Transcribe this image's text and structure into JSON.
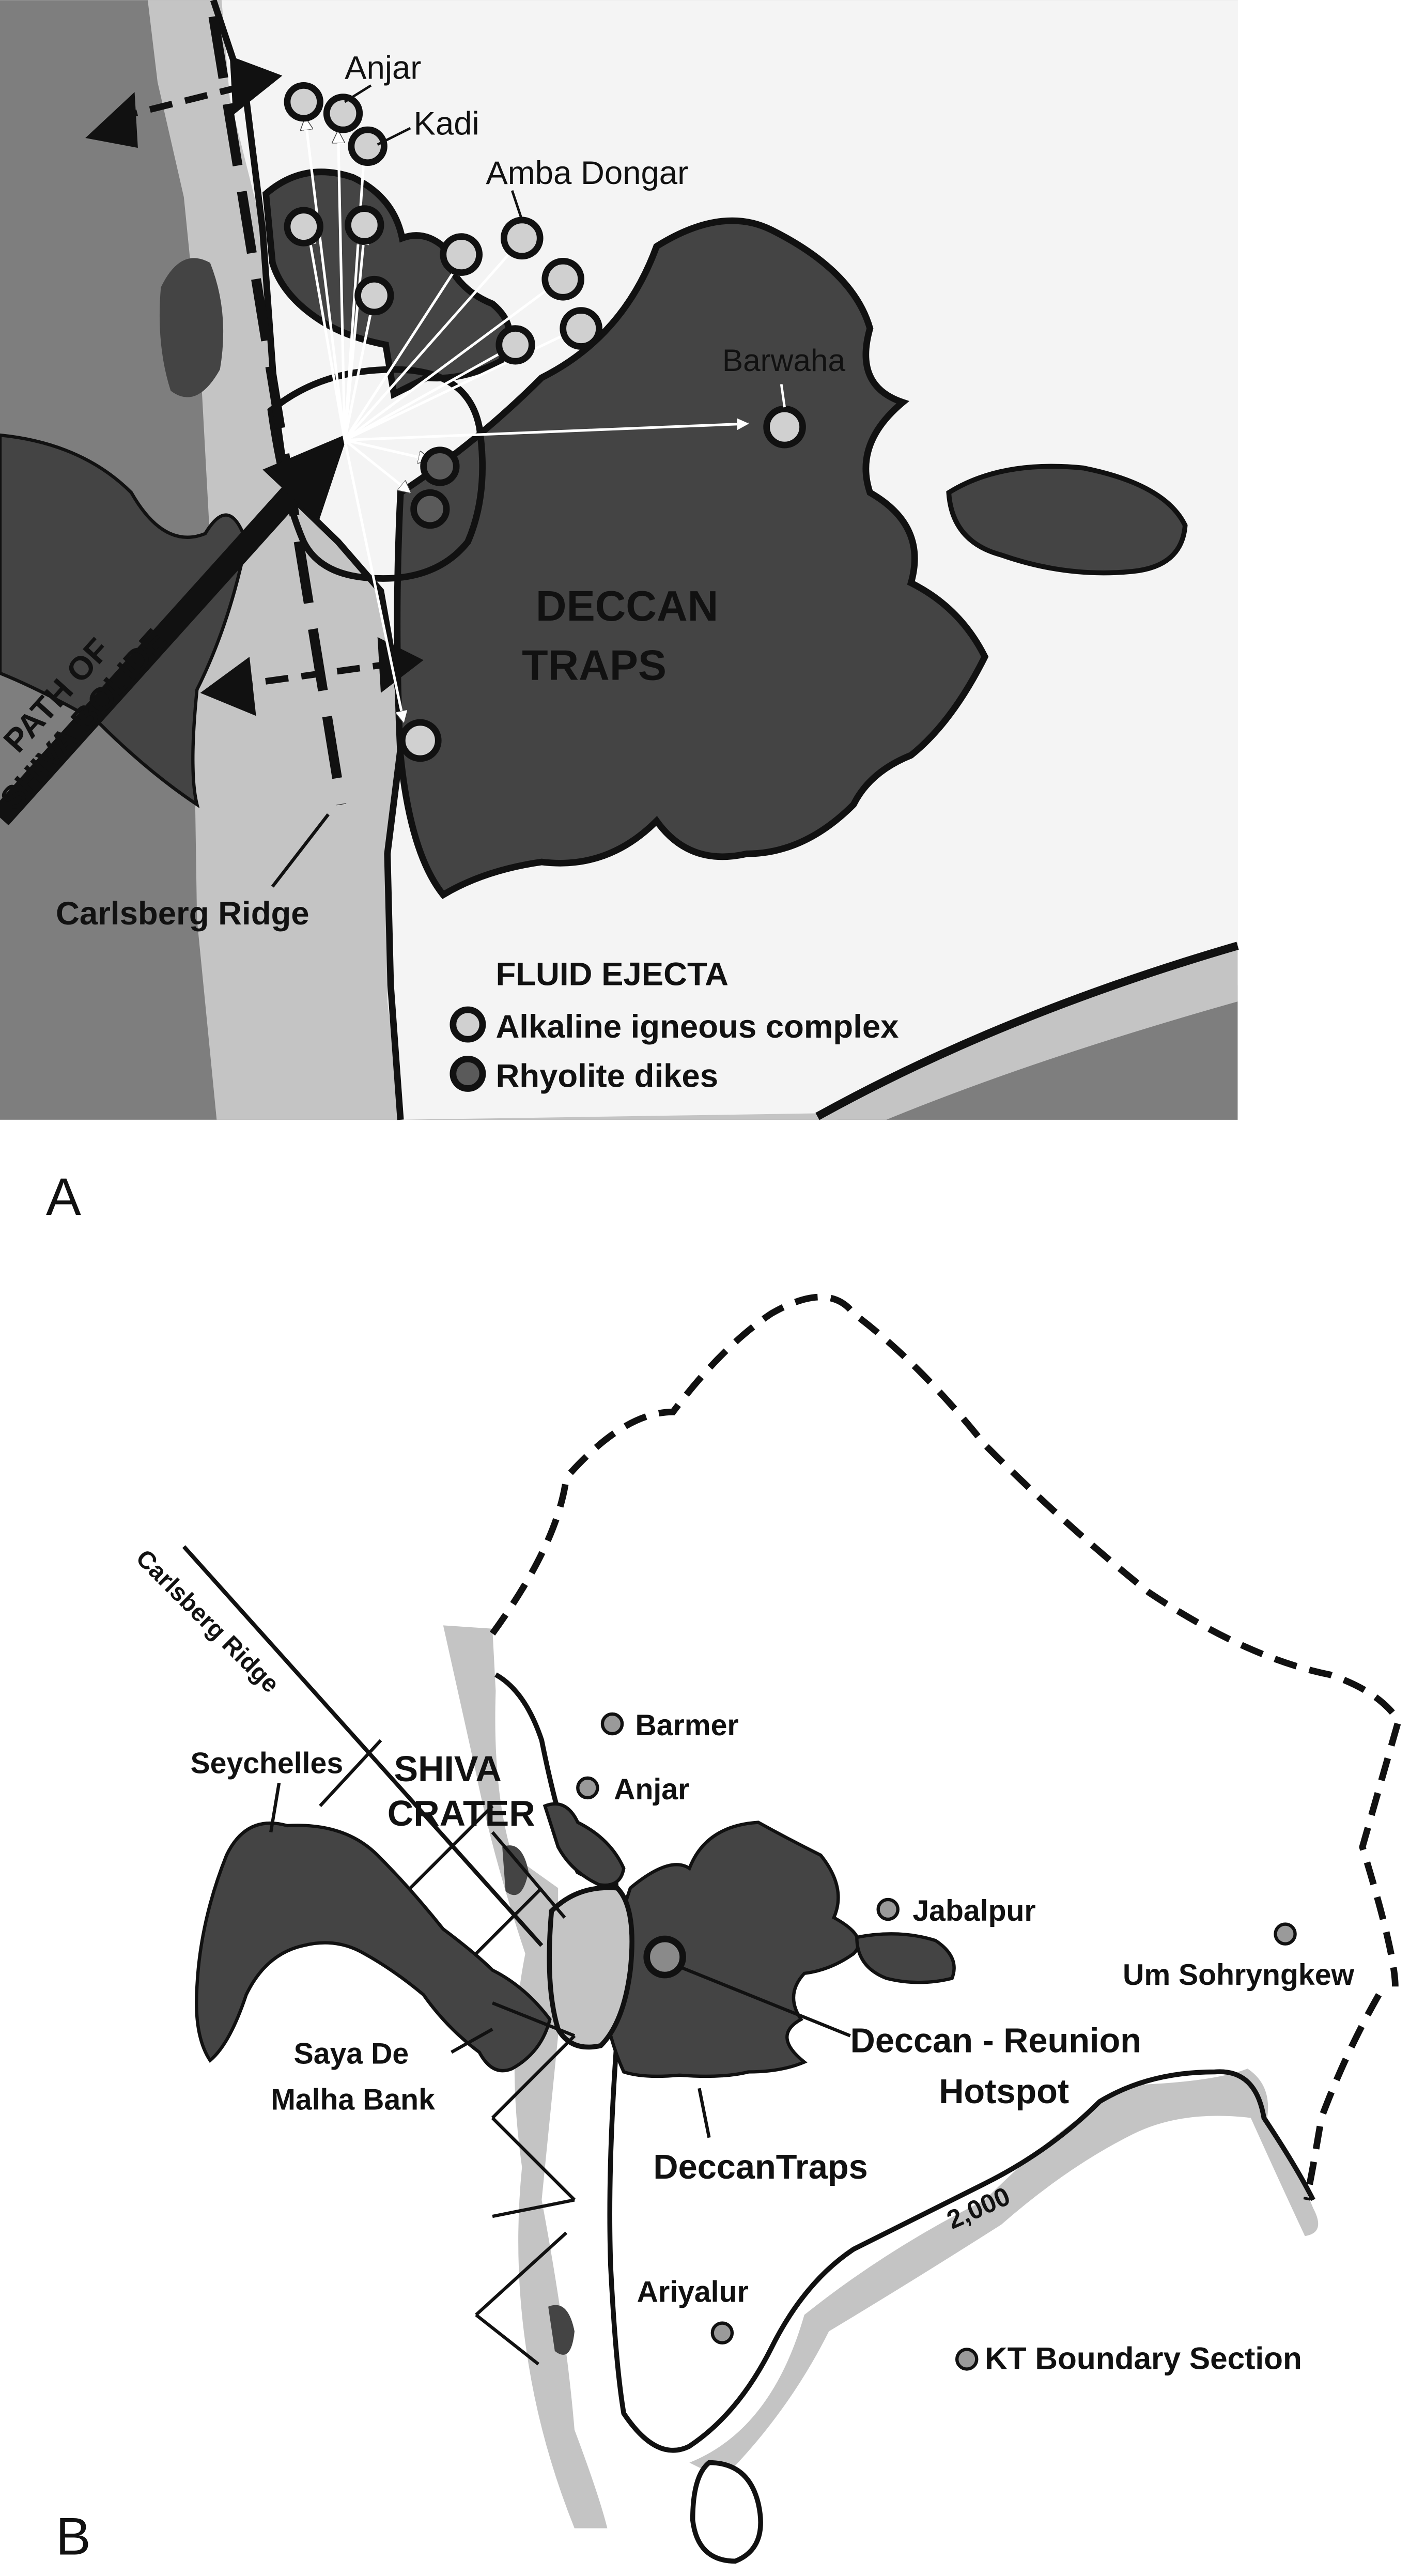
{
  "panels": {
    "a": {
      "letter": "A",
      "sites": {
        "anjar": "Anjar",
        "kadi": "Kadi",
        "amba_dongar": "Amba Dongar",
        "barwaha": "Barwaha"
      },
      "region_line1": "DECCAN",
      "region_line2": "TRAPS",
      "path_line1": "PATH OF",
      "path_line2": "SHIVA BOLIDE",
      "ridge": "Carlsberg Ridge",
      "legend": {
        "title": "FLUID EJECTA",
        "alkaline": "Alkaline igneous complex",
        "rhyolite": "Rhyolite dikes"
      }
    },
    "b": {
      "letter": "B",
      "ridge": "Carlsberg Ridge",
      "seychelles": "Seychelles",
      "crater_line1": "SHIVA",
      "crater_line2": "CRATER",
      "barmer": "Barmer",
      "anjar": "Anjar",
      "jabalpur": "Jabalpur",
      "um": "Um Sohryngkew",
      "saya1": "Saya De",
      "saya2": "Malha Bank",
      "hotspot1": "Deccan - Reunion",
      "hotspot2": "Hotspot",
      "deccantraps": "DeccanTraps",
      "contour": "2,000",
      "ariyalur": "Ariyalur",
      "kt": "KT Boundary Section"
    }
  },
  "colors": {
    "ocean_dark": "#7e7e7e",
    "ocean_light": "#c4c4c4",
    "traps": "#444444",
    "alkaline_fill": "#d0d0d0",
    "rhyolite_fill": "#5a5a5a"
  }
}
